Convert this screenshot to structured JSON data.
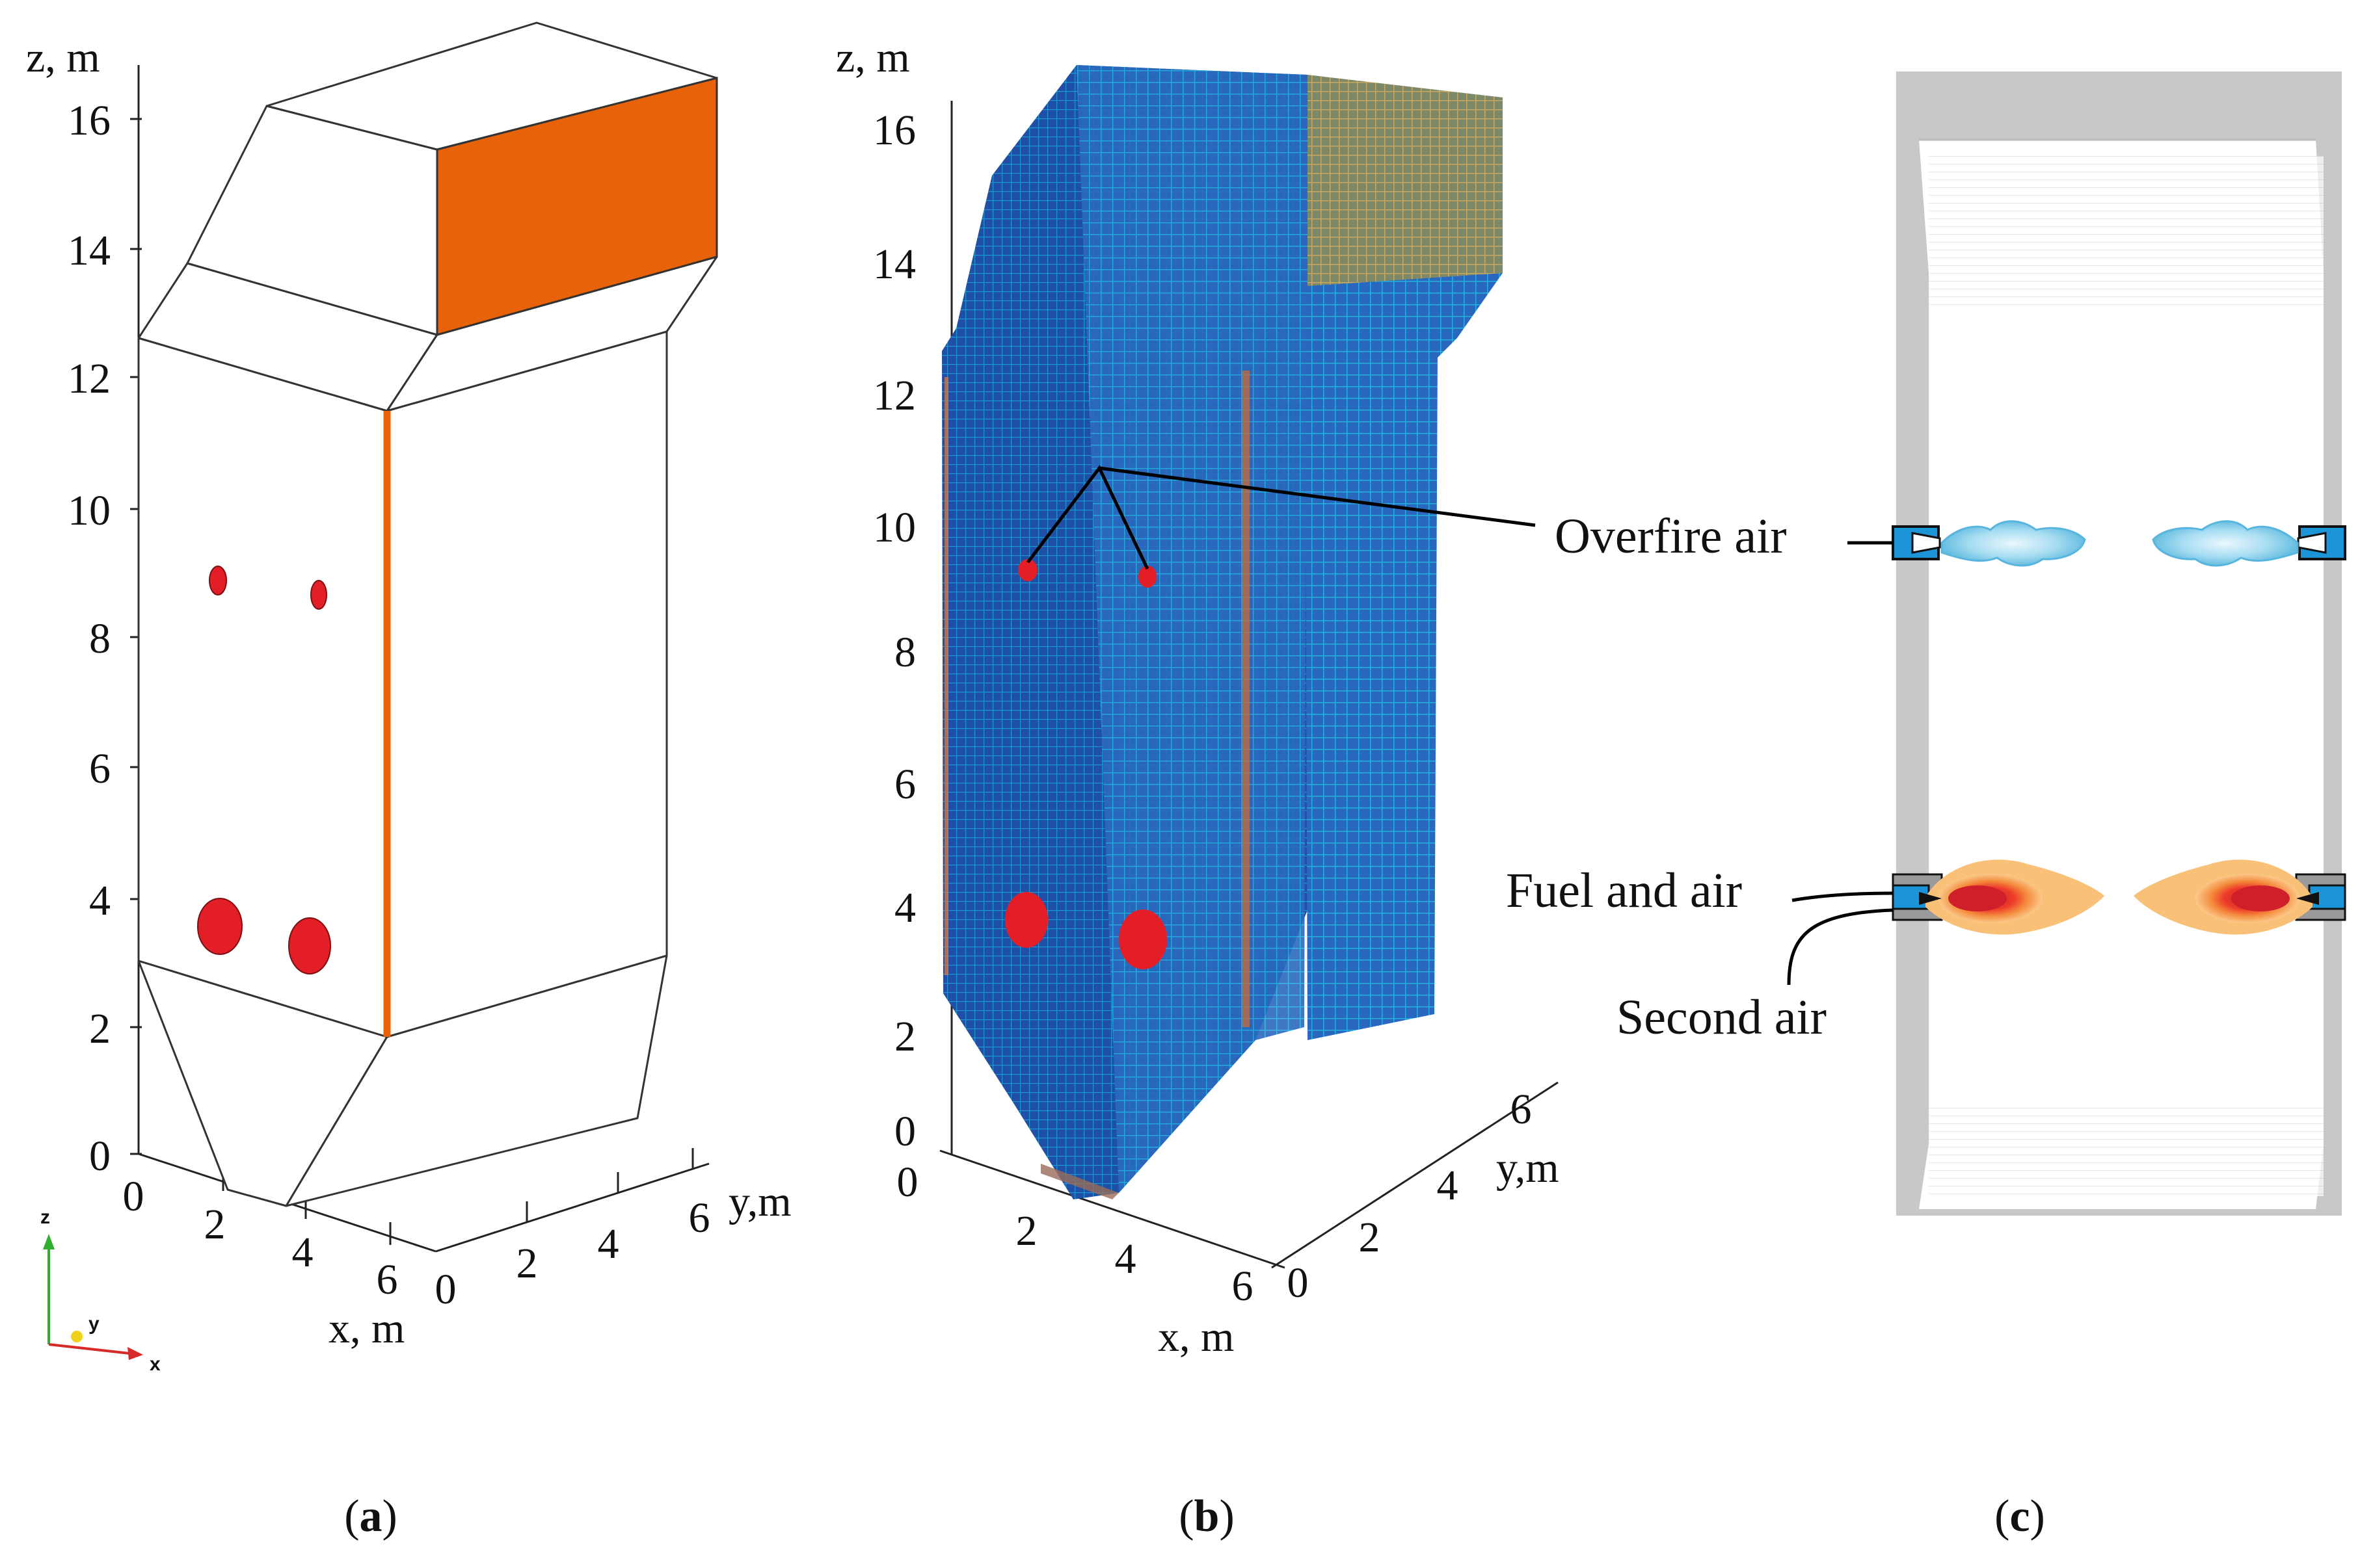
{
  "panels": {
    "a": {
      "caption_open": "(",
      "caption_letter": "a",
      "caption_close": ")",
      "z_axis_title": "z, m",
      "z_ticks": [
        "0",
        "2",
        "4",
        "6",
        "8",
        "10",
        "12",
        "14",
        "16"
      ],
      "x_axis_title": "x, m",
      "x_ticks": [
        "0",
        "2",
        "4",
        "6"
      ],
      "y_axis_title": "y,m",
      "y_ticks": [
        "0",
        "2",
        "4",
        "6"
      ],
      "triad": {
        "z": "z",
        "y": "y",
        "x": "x"
      }
    },
    "b": {
      "caption_open": "(",
      "caption_letter": "b",
      "caption_close": ")",
      "z_axis_title": "z, m",
      "z_ticks": [
        "0",
        "2",
        "4",
        "6",
        "8",
        "10",
        "12",
        "14",
        "16"
      ],
      "x_axis_title": "x, m",
      "x_ticks": [
        "2",
        "4",
        "6"
      ],
      "y_axis_title": "y,m",
      "y_ticks": [
        "0",
        "2",
        "4",
        "6"
      ],
      "x_origin": "0"
    },
    "c": {
      "caption_open": "(",
      "caption_letter": "c",
      "caption_close": ")",
      "labels": {
        "overfire_air": "Overfire air",
        "fuel_and_air": "Fuel and air",
        "second_air": "Second air"
      }
    }
  },
  "colors": {
    "outlet_face": "#e8620a",
    "burner_ports": "#e41e26",
    "mesh_blue": "#2460b8",
    "mesh_line": "#1fa9d9",
    "wall_gray": "#c8c8c8",
    "overfire_jet": "#86cfe8",
    "flame_outer": "#f9c078",
    "flame_core": "#e8302a",
    "nozzle_blue": "#1c95d8"
  }
}
